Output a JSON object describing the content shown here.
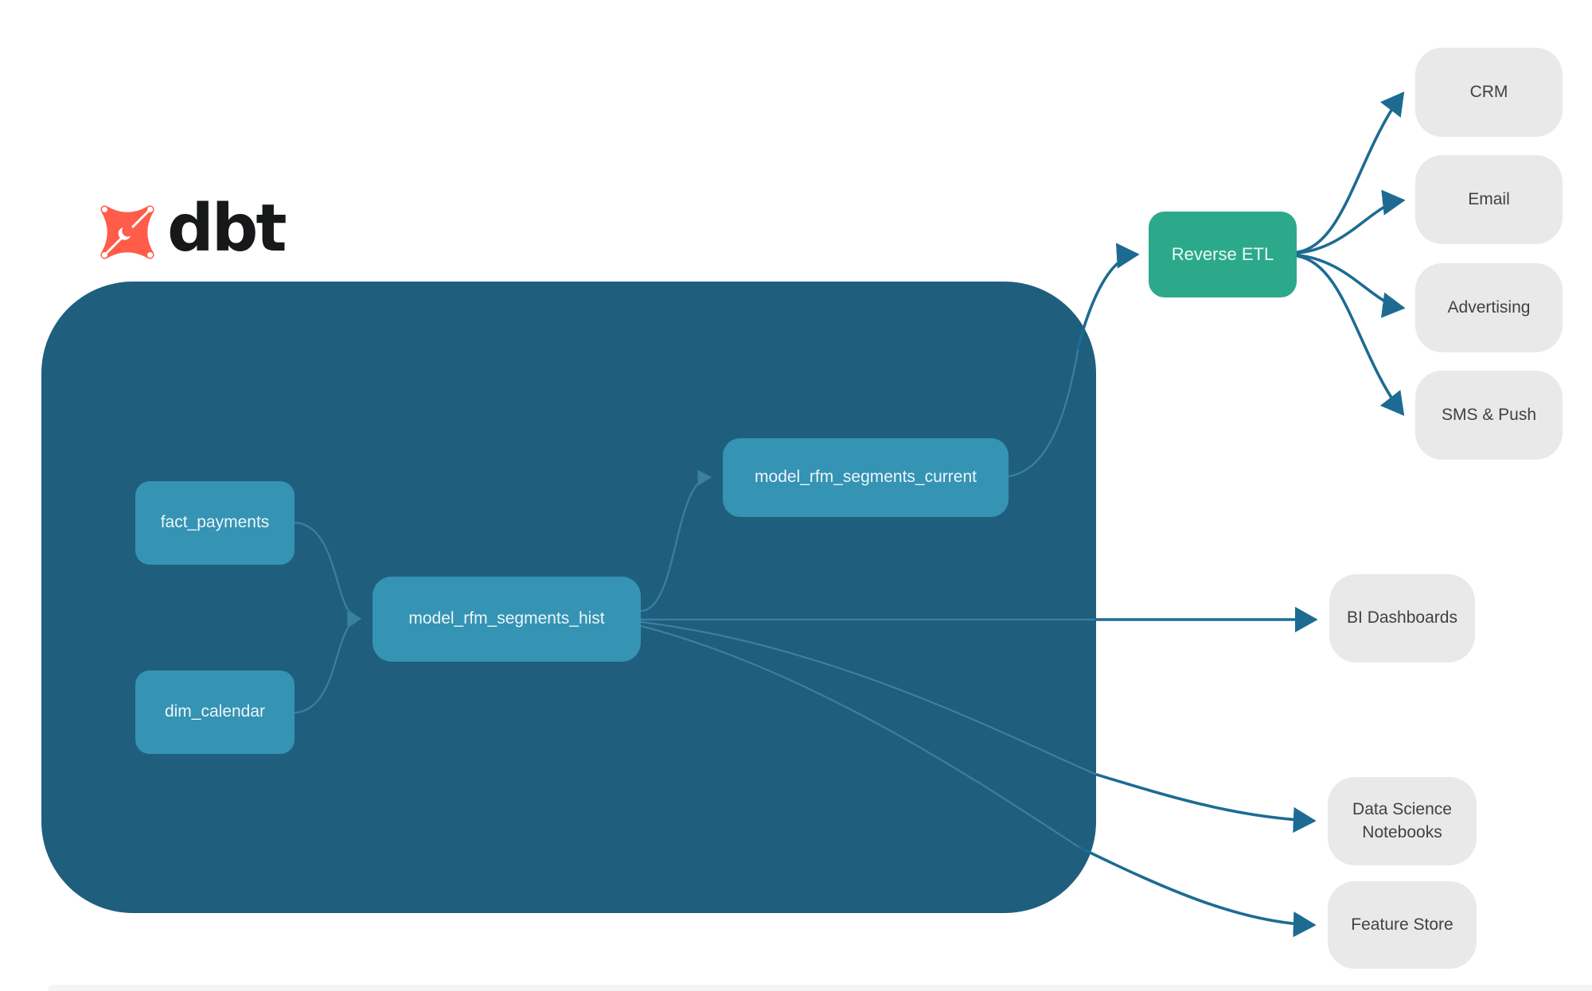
{
  "logo": {
    "brand": "dbt"
  },
  "diagram": {
    "warehouse": {
      "nodes": {
        "fact_payments": {
          "label": "fact_payments"
        },
        "dim_calendar": {
          "label": "dim_calendar"
        },
        "model_rfm_segments_hist": {
          "label": "model_rfm_segments_hist"
        },
        "model_rfm_segments_current": {
          "label": "model_rfm_segments_current"
        }
      }
    },
    "reverse_etl": {
      "label": "Reverse ETL"
    },
    "destinations": {
      "crm": {
        "label": "CRM"
      },
      "email": {
        "label": "Email"
      },
      "advertising": {
        "label": "Advertising"
      },
      "sms_push": {
        "label": "SMS & Push"
      },
      "bi_dashboards": {
        "label": "BI Dashboards"
      },
      "data_science_notebooks": {
        "label": "Data Science Notebooks"
      },
      "feature_store": {
        "label": "Feature Store"
      }
    },
    "edges": [
      {
        "from": "fact_payments",
        "to": "model_rfm_segments_hist"
      },
      {
        "from": "dim_calendar",
        "to": "model_rfm_segments_hist"
      },
      {
        "from": "model_rfm_segments_hist",
        "to": "model_rfm_segments_current"
      },
      {
        "from": "model_rfm_segments_current",
        "to": "reverse_etl"
      },
      {
        "from": "reverse_etl",
        "to": "crm"
      },
      {
        "from": "reverse_etl",
        "to": "email"
      },
      {
        "from": "reverse_etl",
        "to": "advertising"
      },
      {
        "from": "reverse_etl",
        "to": "sms_push"
      },
      {
        "from": "model_rfm_segments_hist",
        "to": "bi_dashboards"
      },
      {
        "from": "model_rfm_segments_hist",
        "to": "data_science_notebooks"
      },
      {
        "from": "model_rfm_segments_hist",
        "to": "feature_store"
      }
    ],
    "colors": {
      "page_bg": "#ffffff",
      "container_bg": "#205e7e",
      "model_node_bg": "#3593b3",
      "model_node_text": "#ecf6fa",
      "reverse_etl_bg": "#2ca98b",
      "reverse_etl_text": "#eafaf4",
      "destination_bg": "#e9e9e9",
      "destination_text": "#3f4245",
      "edge": "#1d6b93",
      "edge_inside": "#3a81a1",
      "logo_orange": "#ff5c49",
      "logo_text": "#16181a"
    }
  }
}
